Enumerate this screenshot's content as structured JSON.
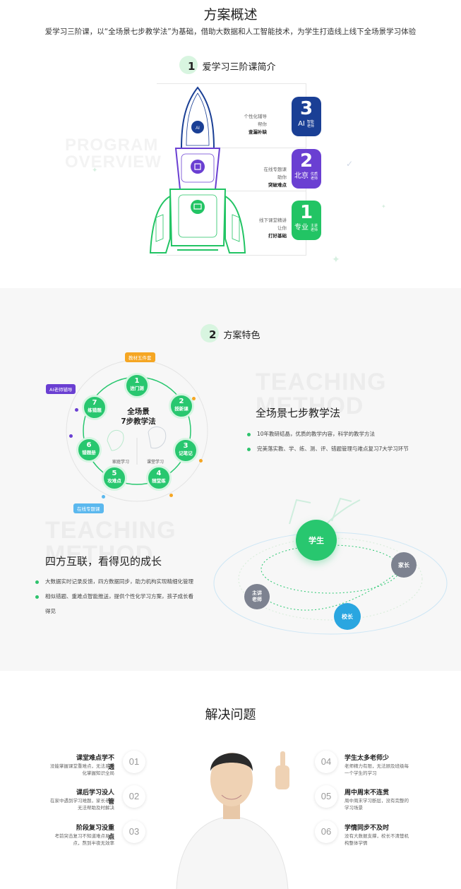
{
  "overview": {
    "title": "方案概述",
    "subtitle": "爱学习三阶课，以“全场景七步教学法”为基础，借助大数据和人工智能技术，为学生打造线上线下全场景学习体验",
    "heading_num": "1",
    "heading": "爱学习三阶课简介",
    "watermark_line1": "PROGRAM",
    "watermark_line2": "OVERVIEW",
    "tiers": [
      {
        "lines": [
          "个性化辅导",
          "帮你"
        ],
        "bold": "查漏补缺",
        "num": "3",
        "big": "AI",
        "small": "智能老师",
        "color": "#1a3f95"
      },
      {
        "lines": [
          "在线专题课",
          "助你"
        ],
        "bold": "突破难点",
        "num": "2",
        "big": "北京",
        "small": "优质老师",
        "color": "#6a3fd2"
      },
      {
        "lines": [
          "线下课堂精讲",
          "让你"
        ],
        "bold": "打好基础",
        "num": "1",
        "big": "专业",
        "small": "主讲老师",
        "color": "#22c464"
      }
    ]
  },
  "features": {
    "heading_num": "2",
    "heading": "方案特色",
    "watermark1": [
      "TEACHING",
      "METHOD"
    ],
    "watermark2": [
      "TEACHING",
      "METHOD"
    ],
    "cycle_title_1": "全场景",
    "cycle_title_2": "7步教学法",
    "home_label": "家庭学习",
    "class_label": "课堂学习",
    "tags": {
      "top": "教材五件套",
      "ai": "AI老师辅导",
      "online": "在线专题课"
    },
    "steps": [
      {
        "n": "1",
        "label": "进门测"
      },
      {
        "n": "2",
        "label": "授新课"
      },
      {
        "n": "3",
        "label": "记笔记"
      },
      {
        "n": "4",
        "label": "随堂练"
      },
      {
        "n": "5",
        "label": "攻难点"
      },
      {
        "n": "6",
        "label": "错题册"
      },
      {
        "n": "7",
        "label": "练错题"
      }
    ],
    "method_title": "全场景七步教学法",
    "method_points": [
      "10年教研结晶，优质的教学内容，科学的教学方法",
      "完美落实教、学、练、测、评、错题管理与难点复习7大学习环节"
    ],
    "linkage_title": "四方互联，看得见的成长",
    "linkage_points": [
      "大数据实时记录反馈，四方数据同步，助力机构实现精细化管理",
      "相似错题、重难点智能推送，提供个性化学习方案，孩子成长看"
    ],
    "linkage_point_cont": "得见",
    "roles": {
      "student": "学生",
      "parent": "家长",
      "teacher_1": "主讲",
      "teacher_2": "老师",
      "principal": "校长"
    }
  },
  "solutions": {
    "title": "解决问题",
    "left": [
      {
        "num": "01",
        "title": "课堂难点学不透",
        "desc": [
          "没能掌握课堂重难点，无法系统",
          "化掌握知识全局"
        ]
      },
      {
        "num": "02",
        "title": "课后学习没人管",
        "desc": [
          "在家中遇到学习难题，家长老师",
          "无法帮助及时解决"
        ]
      },
      {
        "num": "03",
        "title": "阶段复习没重点",
        "desc": [
          "考前突击复习不知道难点易错",
          "点，熬到半夜无效率"
        ]
      }
    ],
    "right": [
      {
        "num": "04",
        "title": "学生太多老师少",
        "desc": [
          "老师精力有限，无法顾及班级每",
          "一个学生的学习"
        ]
      },
      {
        "num": "05",
        "title": "周中周末不连贯",
        "desc": [
          "周中周末学习断层，没有完整的",
          "学习场景"
        ]
      },
      {
        "num": "06",
        "title": "学情同步不及时",
        "desc": [
          "没有大数据支撑，校长不清楚机",
          "构整体学情"
        ]
      }
    ]
  },
  "colors": {
    "green": "#28c76f",
    "navy": "#1a3f95",
    "purple": "#6a3fd2",
    "gray_role": "#7d8290",
    "blue_role": "#2aa6e0"
  }
}
